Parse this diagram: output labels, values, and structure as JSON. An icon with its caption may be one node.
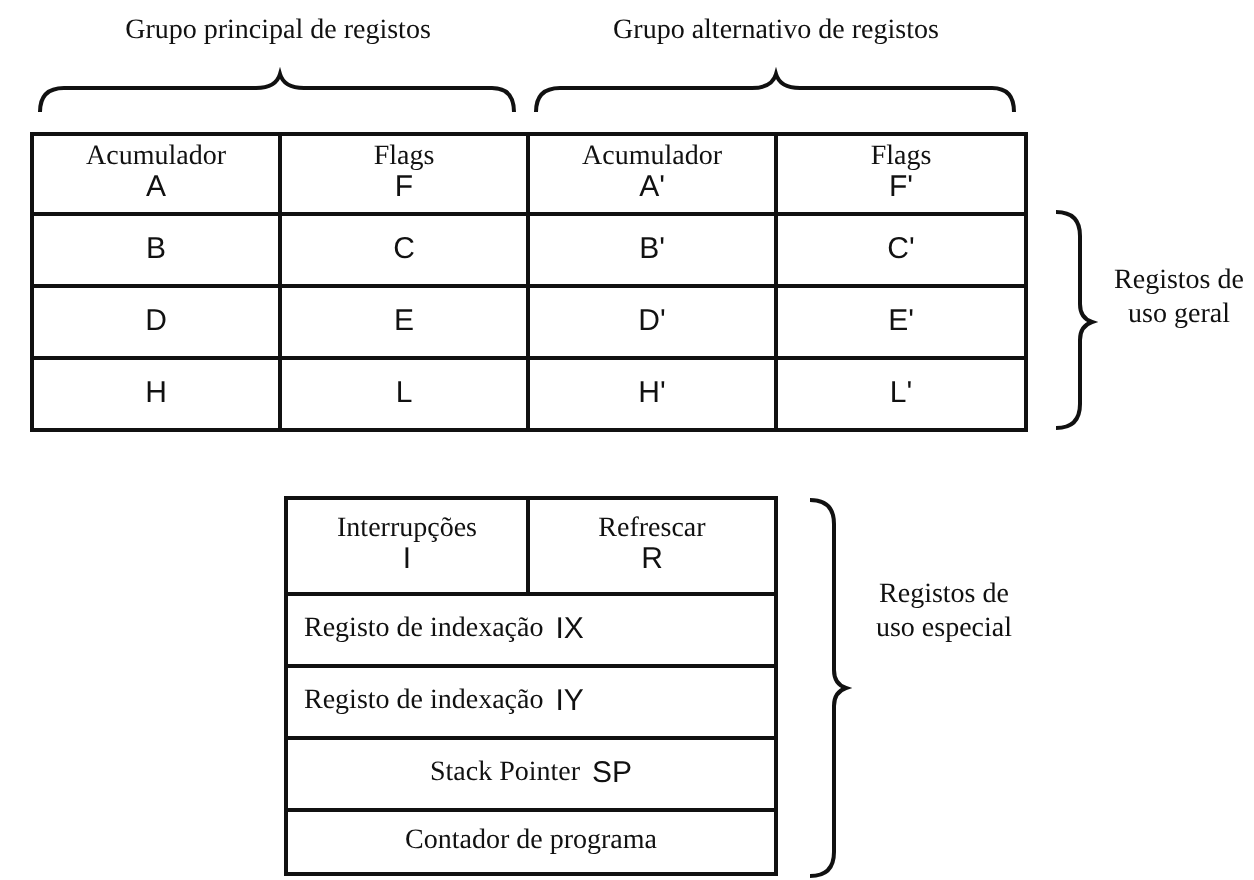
{
  "diagram": {
    "nodes": [
      {
        "text": [
          "Acumulador",
          "A"
        ]
      },
      {
        "text": [
          "Flags",
          "F"
        ]
      },
      {
        "text": [
          "Acumulador",
          "A'"
        ]
      },
      {
        "text": [
          "Flags",
          "F'"
        ]
      },
      {
        "text": [
          "B"
        ]
      },
      {
        "text": [
          "C"
        ]
      },
      {
        "text": [
          "B'"
        ]
      },
      {
        "text": [
          "C'"
        ]
      },
      {
        "text": [
          "D"
        ]
      },
      {
        "text": [
          "E"
        ]
      },
      {
        "text": [
          "D'"
        ]
      },
      {
        "text": [
          "E'"
        ]
      },
      {
        "text": [
          "H"
        ]
      },
      {
        "text": [
          "L"
        ]
      },
      {
        "text": [
          "H'"
        ]
      },
      {
        "text": [
          "L'"
        ]
      },
      {
        "text": [
          "Interrupções",
          "I"
        ]
      },
      {
        "text": [
          "Refrescar",
          "R"
        ]
      },
      {
        "text": [
          "Registo de indexação",
          "IX"
        ]
      },
      {
        "text": [
          "Registo de indexação",
          "IY"
        ]
      },
      {
        "text": [
          "Stack Pointer",
          "SP"
        ]
      },
      {
        "text": [
          "Contador de programa"
        ]
      }
    ],
    "labels": [
      "Grupo principal de registos",
      "Grupo alternativo de registos",
      "Registos de uso geral",
      "Registos de uso especial"
    ]
  }
}
